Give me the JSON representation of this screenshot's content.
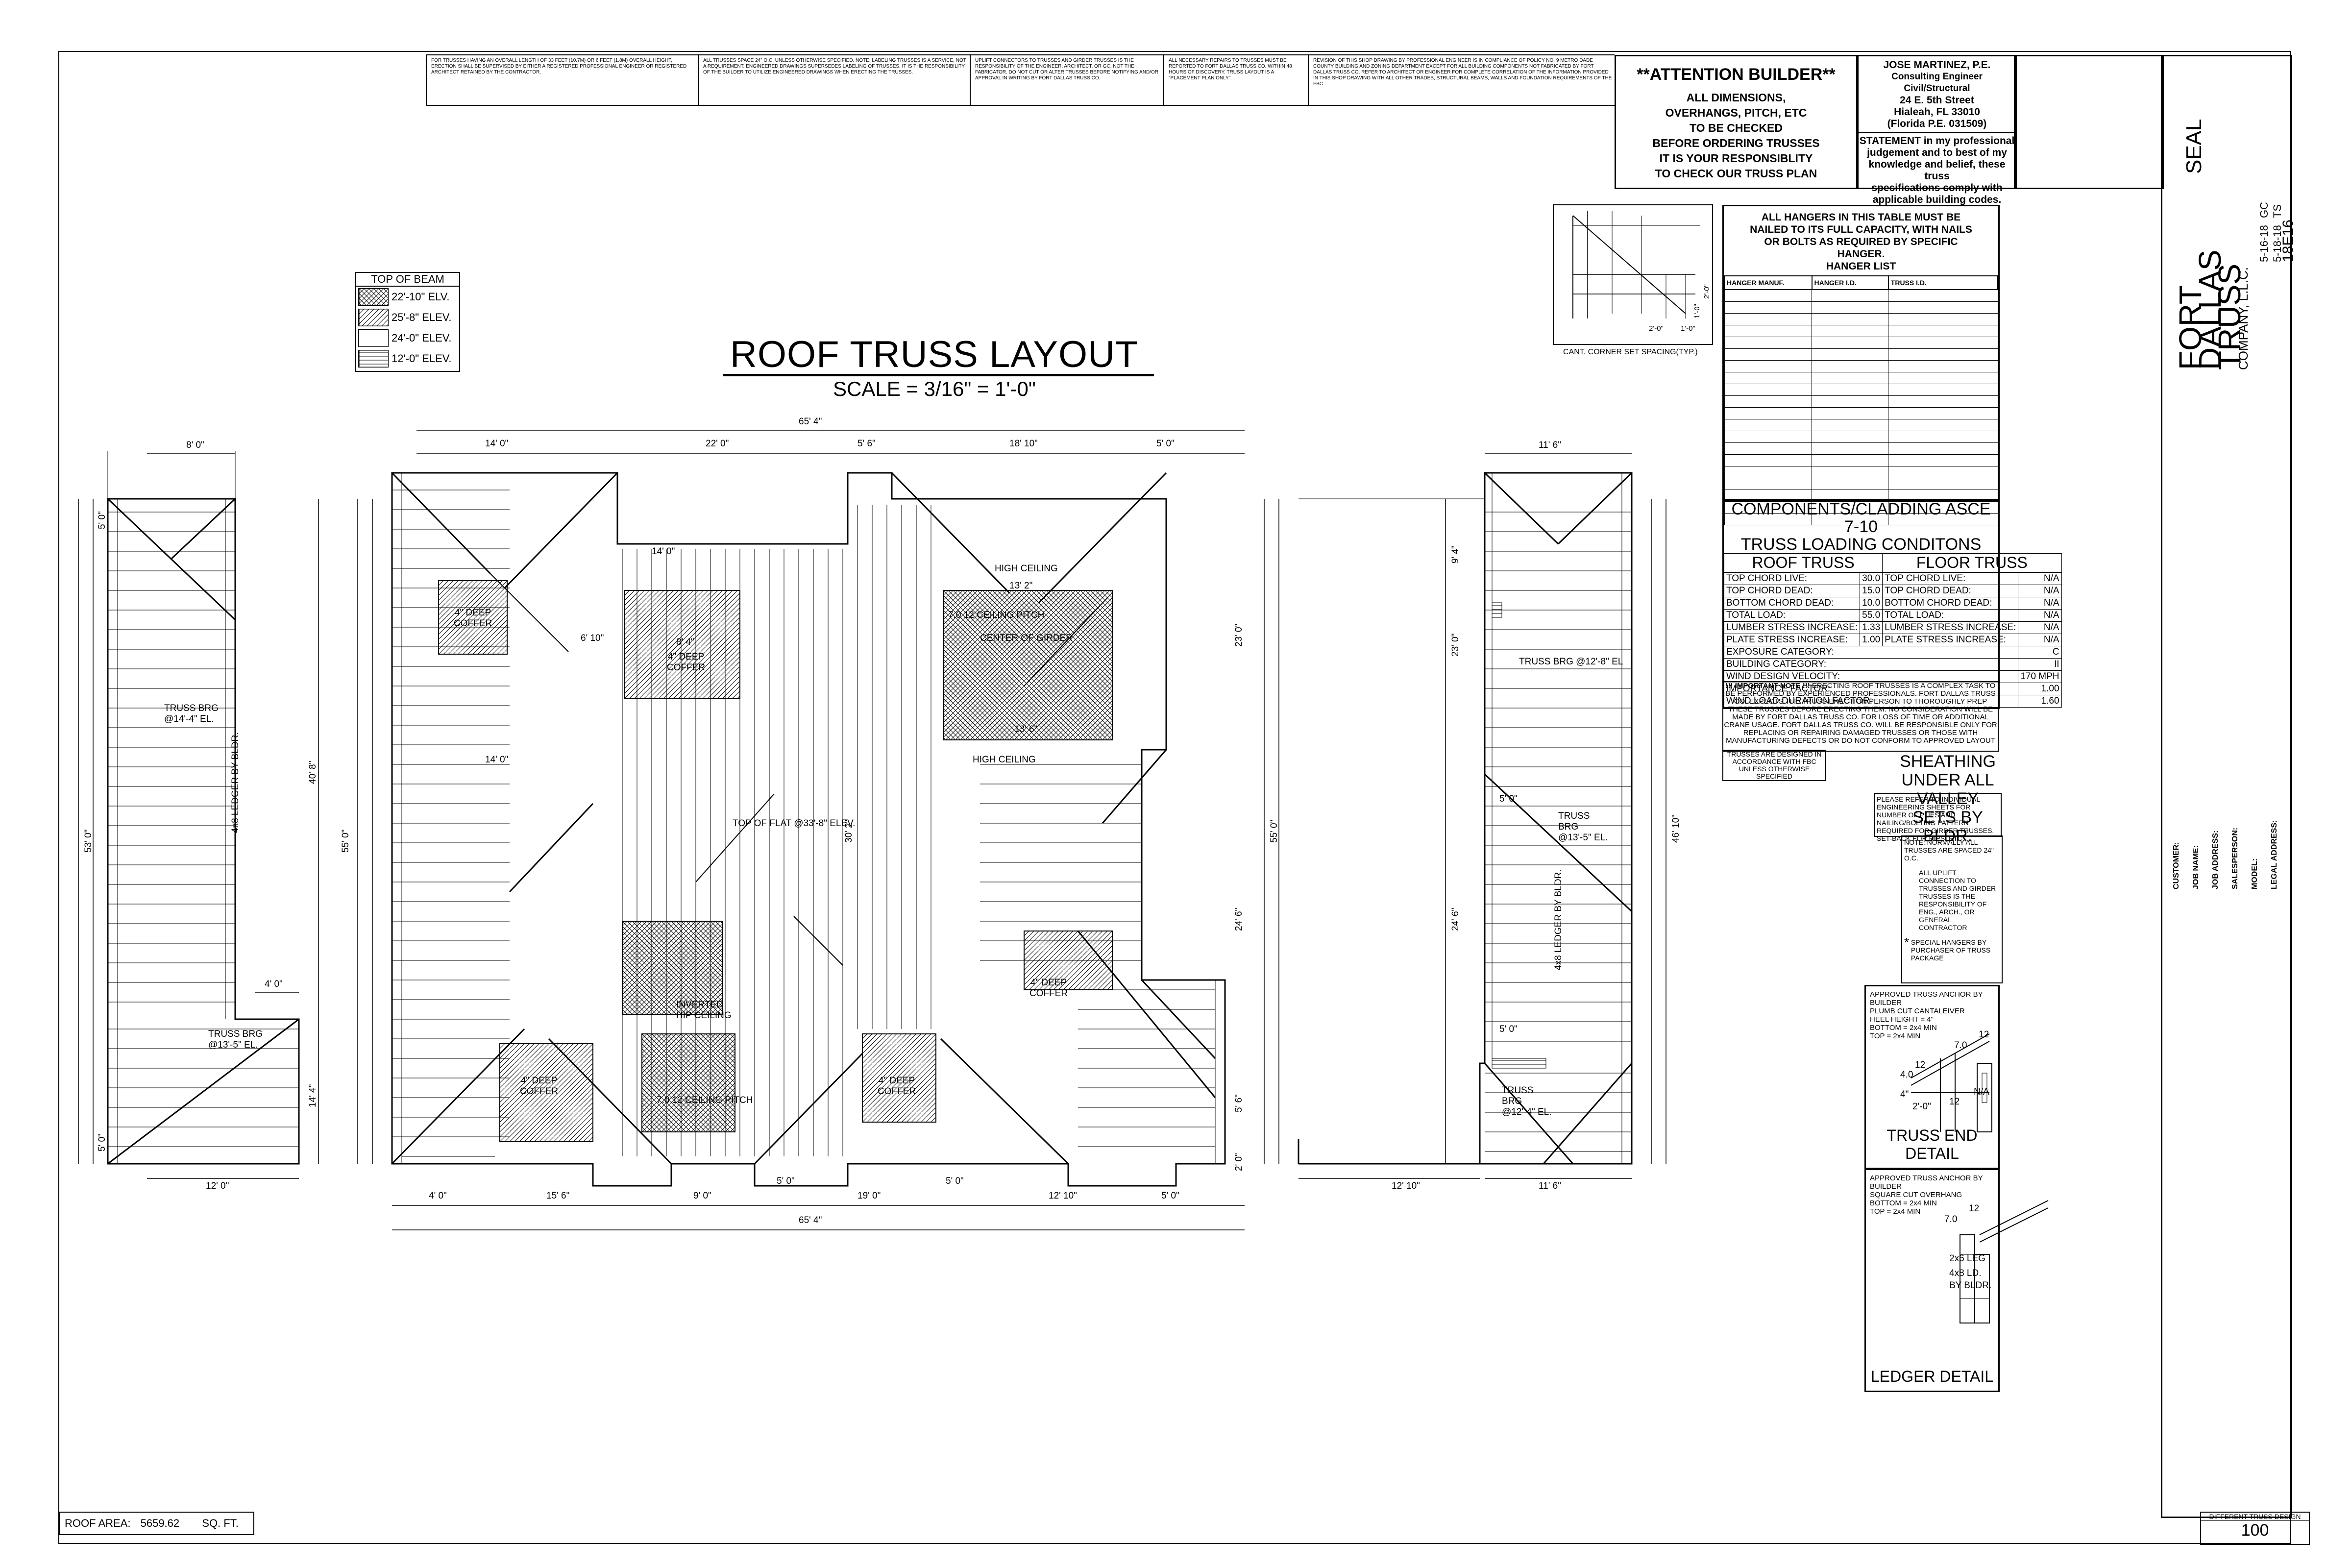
{
  "header_notes": [
    "FOR TRUSSES HAVING AN OVERALL LENGTH OF 33 FEET (10.7m) OR 6 FEET (1.8m) OVERALL HEIGHT, ERECTION SHALL BE SUPERVISED BY EITHER A REGISTERED PROFESSIONAL ENGINEER OR REGISTERED ARCHITECT RETAINED BY THE CONTRACTOR.",
    "ALL TRUSSES SPACE 24\" O.C. UNLESS OTHERWISE SPECIFIED. NOTE: LABELING TRUSSES IS A SERVICE, NOT A REQUIREMENT. ENGINEERED DRAWINGS SUPERSEDES LABELING OF TRUSSES. IT IS THE RESPONSIBILITY OF THE BUILDER TO UTILIZE ENGINEERED DRAWINGS WHEN ERECTING THE TRUSSES.",
    "UPLIFT CONNECTORS TO TRUSSES AND GIRDER TRUSSES IS THE RESPONSIBILITY OF THE ENGINEER, ARCHITECT, OR GC, NOT THE FABRICATOR. DO NOT CUT OR ALTER TRUSSES BEFORE NOTIFYING AND/OR APPROVAL IN WRITING BY FORT DALLAS TRUSS CO.",
    "ALL NECESSARY REPAIRS TO TRUSSES MUST BE REPORTED TO FORT DALLAS TRUSS CO. WITHIN 48 HOURS OF DISCOVERY. TRUSS LAYOUT IS A \"PLACEMENT PLAN ONLY\".",
    "REVISION OF THIS SHOP DRAWING BY PROFESSIONAL ENGINEER IS IN COMPLIANCE OF POLICY NO. 9 METRO DADE COUNTY BUILDING AND ZONING DEPARTMENT EXCEPT FOR ALL BUILDING COMPONENTS NOT FABRICATED BY FORT DALLAS TRUSS CO. REFER TO ARCHITECT OR ENGINEER FOR COMPLETE CORRELATION OF THE INFORMATION PROVIDED IN THIS SHOP DRAWING WITH ALL OTHER TRADES, STRUCTURAL BEAMS, WALLS AND FOUNDATION REQUIREMENTS OF THE FBC."
  ],
  "attention": {
    "title": "**ATTENTION BUILDER**",
    "lines": [
      "ALL DIMENSIONS,",
      "OVERHANGS, PITCH, ETC",
      "TO BE CHECKED",
      "BEFORE ORDERING TRUSSES",
      "IT IS YOUR RESPONSIBLITY",
      "TO CHECK OUR TRUSS PLAN"
    ]
  },
  "engineer": {
    "lines": [
      "JOSE MARTINEZ, P.E.",
      "Consulting Engineer Civil/Structural",
      "24 E. 5th Street",
      "Hialeah, FL 33010",
      "(Florida P.E. 031509)"
    ],
    "statement": [
      "STATEMENT in my professional",
      "judgement and to best of my",
      "knowledge and belief, these truss",
      "specifications comply with",
      "applicable building codes."
    ]
  },
  "seal_label": "SEAL",
  "title_block": {
    "company_1": "FORT",
    "company_2": "DALLAS",
    "company_3": "TRUSS",
    "company_4": "COMPANY, L.L.C.",
    "date_1": "5-16-18",
    "initials_1": "GC",
    "date_2": "5-18-18",
    "initials_2": "TS",
    "job_no": "18E16",
    "customer_lbl": "CUSTOMER:",
    "jobname_lbl": "JOB NAME:",
    "jobaddr_lbl": "JOB ADDRESS:",
    "sales_lbl": "SALESPERSON:",
    "model_lbl": "MODEL:",
    "legal_lbl": "LEGAL ADDRESS:"
  },
  "corner_caption": "CANT. CORNER SET SPACING(TYP.)",
  "corner_dims": [
    "2'-0\"",
    "1'-0\"",
    "1'-0\"",
    "2'-0\""
  ],
  "hanger": {
    "heading": [
      "ALL HANGERS IN THIS TABLE MUST BE",
      "NAILED TO ITS FULL CAPACITY, WITH NAILS",
      "OR BOLTS AS REQUIRED BY SPECIFIC",
      "HANGER.",
      "HANGER LIST"
    ],
    "cols": [
      "HANGER MANUF.",
      "HANGER I.D.",
      "TRUSS I.D."
    ]
  },
  "loads": {
    "caption": "COMPONENTS/CLADDING ASCE 7-10",
    "sub": "TRUSS LOADING CONDITONS",
    "roof_hd": "ROOF TRUSS",
    "floor_hd": "FLOOR TRUSS",
    "rows": [
      {
        "roof_label": "TOP CHORD LIVE:",
        "roof_val": "30.0",
        "floor_label": "TOP CHORD LIVE:",
        "floor_val": "N/A"
      },
      {
        "roof_label": "TOP CHORD DEAD:",
        "roof_val": "15.0",
        "floor_label": "TOP CHORD DEAD:",
        "floor_val": "N/A"
      },
      {
        "roof_label": "BOTTOM CHORD DEAD:",
        "roof_val": "10.0",
        "floor_label": "BOTTOM CHORD DEAD:",
        "floor_val": "N/A"
      },
      {
        "roof_label": "TOTAL LOAD:",
        "roof_val": "55.0",
        "floor_label": "TOTAL LOAD:",
        "floor_val": "N/A"
      },
      {
        "roof_label": "LUMBER STRESS INCREASE:",
        "roof_val": "1.33",
        "floor_label": "LUMBER STRESS INCREASE:",
        "floor_val": "N/A"
      },
      {
        "roof_label": "PLATE STRESS INCREASE:",
        "roof_val": "1.00",
        "floor_label": "PLATE STRESS INCREASE:",
        "floor_val": "N/A"
      }
    ],
    "wide_rows": [
      {
        "label": "EXPOSURE CATEGORY:",
        "val": "C"
      },
      {
        "label": "BUILDING CATEGORY:",
        "val": "II"
      },
      {
        "label": "WIND DESIGN VELOCITY:",
        "val": "170 MPH"
      },
      {
        "label": "IMPORTANCE FACTOR:",
        "val": "1.00"
      },
      {
        "label": "WIND LOAD DURATION FACTOR:",
        "val": "1.60"
      }
    ]
  },
  "important": {
    "title": "!!! IMPORTANT NOTE !!!",
    "text": "ERECTING ROOF TRUSSES IS A COMPLEX TASK TO BE PERFORMED BY EXPERIENCED PROFESSIONALS. FORT DALLAS TRUSS CO. EXPECTS THE TRUSS ERECTION PERSON TO THOROUGHLY PREP THESE TRUSSES BEFORE ERECTING THEM. NO CONSIDERATION WILL BE MADE BY FORT DALLAS TRUSS CO. FOR LOSS OF TIME OR ADDITIONAL CRANE USAGE. FORT DALLAS TRUSS CO. WILL BE RESPONSIBLE ONLY FOR REPLACING OR REPAIRING DAMAGED TRUSSES OR THOSE WITH MANUFACTURING DEFECTS OR DO NOT CONFORM TO APPROVED LAYOUT"
  },
  "fbc_note": "TRUSSES ARE DESIGNED IN ACCORDANCE WITH FBC UNLESS OTHERWISE SPECIFIED",
  "sheathing": "SHEATHING UNDER ALL VALLEY SETS BY BLDR.",
  "refer_note": "PLEASE REFER TO INDIVIDUAL ENGINEERING SHEETS FOR NUMBER OF PLIES AND NAILING/BOLTING PATTERN REQUIRED FOR GIRDER TRUSSES. SET-BACK FOR HIPS, ETC.",
  "normal_note": {
    "lead": "NOTE:",
    "items": [
      "NORMALLY ALL TRUSSES ARE SPACED 24\" O.C.",
      "ALL UPLIFT CONNECTION TO TRUSSES AND GIRDER TRUSSES IS THE RESPONSIBILITY OF ENG., ARCH., OR GENERAL CONTRACTOR",
      "SPECIAL HANGERS BY PURCHASER OF TRUSS PACKAGE"
    ],
    "star": "*"
  },
  "detail1": {
    "lines": [
      "APPROVED TRUSS ANCHOR BY BUILDER",
      "PLUMB CUT CANTALEIVER",
      "HEEL HEIGHT = 4\"",
      "BOTTOM = 2x4 MIN",
      "TOP = 2x4 MIN"
    ],
    "pitch_a": "7.0",
    "pitch_b": "12",
    "pitch_c": "4.0",
    "pitch_d": "12",
    "heel": "4\"",
    "ovh": "2'-0\"",
    "na": "N/A",
    "pitch_e": "12",
    "caption": "TRUSS END DETAIL"
  },
  "detail2": {
    "lines": [
      "APPROVED TRUSS ANCHOR BY BUILDER",
      "SQUARE CUT OVERHANG",
      "BOTTOM = 2x4 MIN",
      "TOP = 2x4 MIN"
    ],
    "pitch_a": "7.0",
    "pitch_b": "12",
    "leg": "2x6 LEG",
    "ld1": "4x8 LD.",
    "ld2": "BY BLDR.",
    "caption": "LEDGER DETAIL"
  },
  "legend": {
    "title": "TOP OF BEAM",
    "items": [
      "22'-10\" ELV.",
      "25'-8\" ELEV.",
      "24'-0\" ELEV.",
      "12'-0\" ELEV."
    ]
  },
  "plan": {
    "title": "ROOF TRUSS LAYOUT",
    "scale": "SCALE = 3/16\" = 1'-0\"",
    "dims_top": [
      "14' 0\"",
      "22' 0\"",
      "5' 6\"",
      "18' 10\"",
      "5' 0\""
    ],
    "overall": "65' 4\"",
    "dims_bottom": [
      "4' 0\"",
      "15' 6\"",
      "9' 0\"",
      "5' 0\"",
      "19' 0\"",
      "5' 0\"",
      "12' 10\"",
      "5' 0\""
    ],
    "left_dims": [
      "53' 0\"",
      "40' 8\"",
      "55' 0\"",
      "14' 4\"",
      "5' 0\"",
      "5' 0\""
    ],
    "right_dims": [
      "23' 0\"",
      "30' 2\"",
      "55' 0\"",
      "24' 6\"",
      "5' 6\"",
      "2' 0\""
    ],
    "labels": {
      "high_ceiling": "HIGH CEILING",
      "high_ceiling2": "HIGH CEILING",
      "coffer1": "4\" DEEP COFFER",
      "coffer2": "4\" DEEP COFFER",
      "coffer3": "4\" DEEP COFFER",
      "coffer4": "4\" DEEP COFFER",
      "coffer5": "4\" DEEP COFFER",
      "flat": "TOP OF FLAT @33'-8\" ELEV.",
      "ceil_pitch1": "7.0 12 CEILING PITCH",
      "ceil_pitch2": "7.0 12 CEILING PITCH",
      "center_girder": "CENTER OF GIRDER",
      "inverted": "INVERTED HIP CEILING",
      "d_14": "14' 0\"",
      "d_14b": "14' 0\"",
      "d_8": "8' 4\"",
      "d_13": "13' 2\"",
      "d_13b": "13' 6\"",
      "d_6": "6' 10\""
    },
    "left_wing": {
      "width": "8' 0\"",
      "bottom": "12' 0\"",
      "notch": "4' 0\"",
      "brg1": "TRUSS BRG @14'-4\" EL.",
      "brg2": "TRUSS BRG @13'-5\" EL.",
      "ledger": "4x8 LEDGER BY BLDR."
    },
    "right_wing": {
      "width": "11' 6\"",
      "bottom1": "12' 10\"",
      "bottom2": "11' 6\"",
      "brg1": "TRUSS BRG @12'-8\" EL",
      "brg2": "TRUSS BRG @13'-5\" EL.",
      "brg3": "TRUSS BRG @12'-4\" EL.",
      "ledger": "4x8 LEDGER BY BLDR.",
      "d1": "23' 0\"",
      "d2": "46' 10\"",
      "d3": "24' 6\"",
      "d4": "5' 0\"",
      "d5": "9' 4\"",
      "d6": "5' 0\""
    }
  },
  "roof_area": {
    "label": "ROOF AREA:",
    "value": "5659.62",
    "unit": "SQ. FT."
  },
  "page": {
    "caption": "DIFFERENT TRUSS DESIGN",
    "number": "100"
  }
}
